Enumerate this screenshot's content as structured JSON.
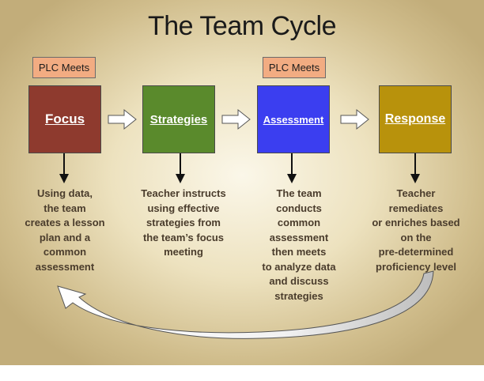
{
  "title": "The Team Cycle",
  "plc_labels": [
    "PLC Meets",
    "PLC Meets"
  ],
  "stages": [
    {
      "label": "Focus",
      "color": "#8e3a2e"
    },
    {
      "label": "Strategies",
      "color": "#5a8a2c"
    },
    {
      "label": "Assessment",
      "color": "#3b3ef0"
    },
    {
      "label": "Response",
      "color": "#b8920c"
    }
  ],
  "descriptions": [
    [
      "Using data,",
      "the team",
      "creates a lesson",
      "plan and a",
      "common",
      "assessment"
    ],
    [
      "Teacher instructs",
      "using effective",
      "strategies from",
      "the team’s focus",
      "meeting"
    ],
    [
      "The team",
      "conducts",
      "common",
      "assessment",
      "then meets",
      "to analyze data",
      "and discuss",
      "strategies"
    ],
    [
      "Teacher",
      "remediates",
      "or enriches based",
      "on the",
      "pre-determined",
      "proficiency level"
    ]
  ],
  "colors": {
    "plc_fill": "#f2ac82",
    "text_brown": "#4a3c2c"
  },
  "icons": [
    "right-arrow-icon",
    "down-arrow-icon",
    "curved-return-arrow-icon"
  ]
}
